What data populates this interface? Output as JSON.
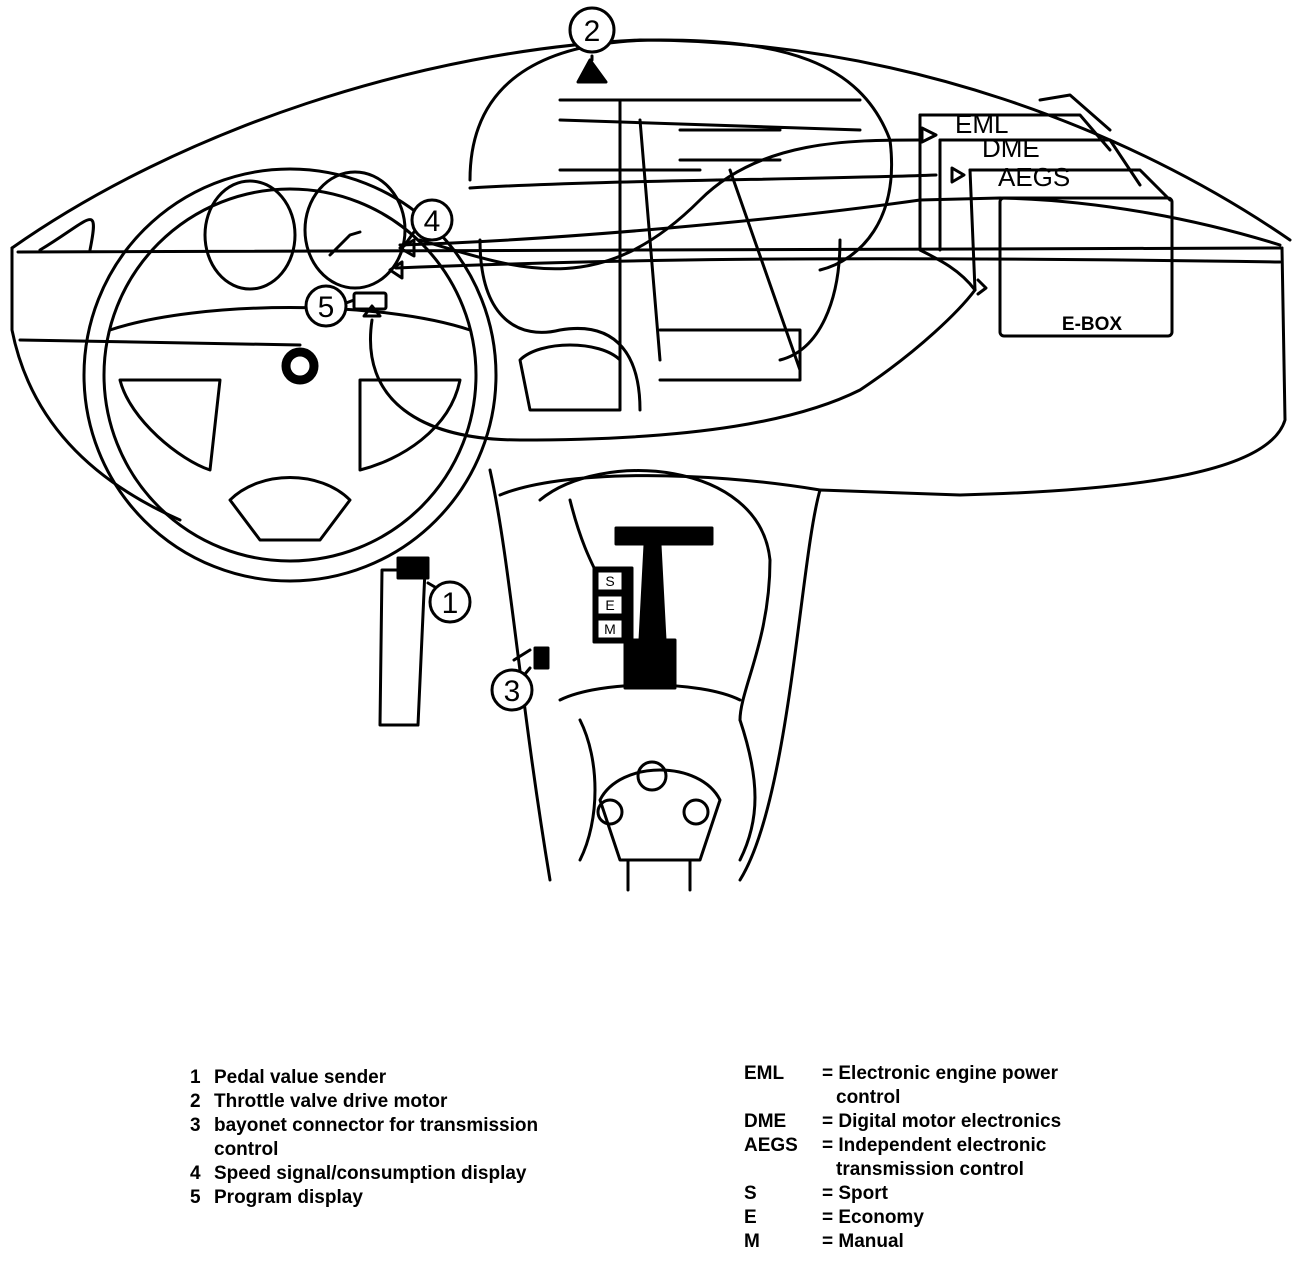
{
  "diagram": {
    "callouts": [
      "1",
      "2",
      "3",
      "4",
      "5"
    ],
    "module_labels": [
      "EML",
      "DME",
      "AEGS"
    ],
    "ebox_label": "E-BOX",
    "selector_labels": [
      "S",
      "E",
      "M"
    ]
  },
  "legend_left": [
    {
      "num": "1",
      "text": "Pedal value sender"
    },
    {
      "num": "2",
      "text": "Throttle valve drive motor"
    },
    {
      "num": "3",
      "text": "bayonet connector for transmission",
      "cont": "control"
    },
    {
      "num": "4",
      "text": "Speed signal/consumption display"
    },
    {
      "num": "5",
      "text": "Program display"
    }
  ],
  "legend_right": [
    {
      "abbr": "EML",
      "text": "= Electronic engine power",
      "cont": "control"
    },
    {
      "abbr": "DME",
      "text": "= Digital motor electronics"
    },
    {
      "abbr": "AEGS",
      "text": "= Independent electronic",
      "cont": "transmission control"
    },
    {
      "abbr": "S",
      "text": "= Sport"
    },
    {
      "abbr": "E",
      "text": "= Economy"
    },
    {
      "abbr": "M",
      "text": "= Manual"
    }
  ]
}
